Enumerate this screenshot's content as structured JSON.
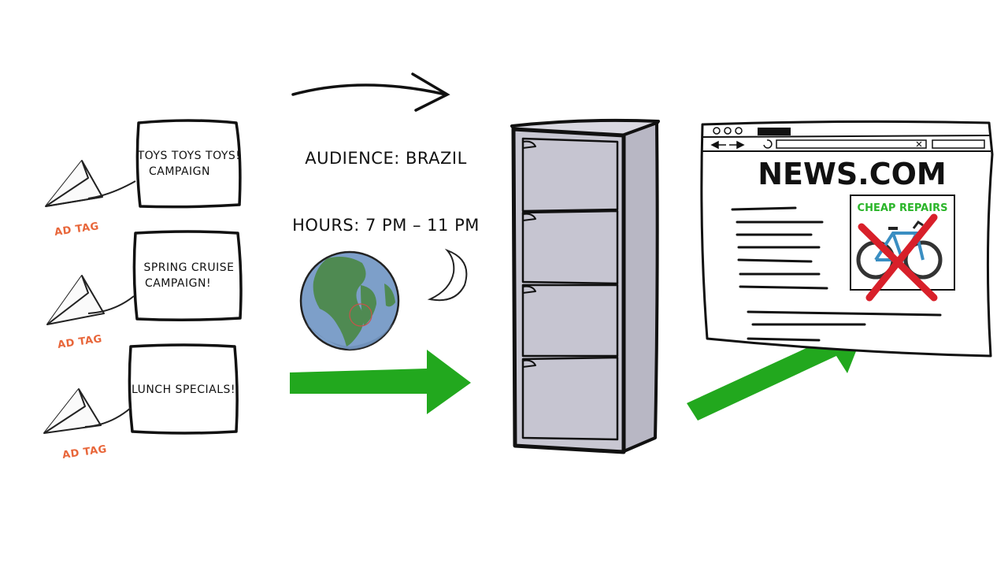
{
  "campaigns": [
    {
      "line1": "TOYS TOYS TOYS!",
      "line2": "CAMPAIGN",
      "tag": "AD TAG"
    },
    {
      "line1": "SPRING CRUISE",
      "line2": "CAMPAIGN!",
      "tag": "AD TAG"
    },
    {
      "line1": "LUNCH SPECIALS!",
      "line2": "",
      "tag": "AD TAG"
    }
  ],
  "targeting": {
    "audience": "AUDIENCE: BRAZIL",
    "hours": "HOURS: 7 PM – 11 PM"
  },
  "browser": {
    "site_title": "NEWS.COM",
    "ad_label": "CHEAP REPAIRS"
  },
  "colors": {
    "arrow_green": "#22a81e",
    "tag_orange": "#e8663a",
    "cabinet_gray": "#c8c7d2",
    "cross_red": "#d8202a",
    "ocean_blue": "#7d9fc9",
    "land_green": "#4f8a52"
  },
  "icons": [
    "paper-plane-icon",
    "globe-icon",
    "moon-icon",
    "server-cabinet-icon",
    "browser-window-icon",
    "bicycle-icon"
  ]
}
